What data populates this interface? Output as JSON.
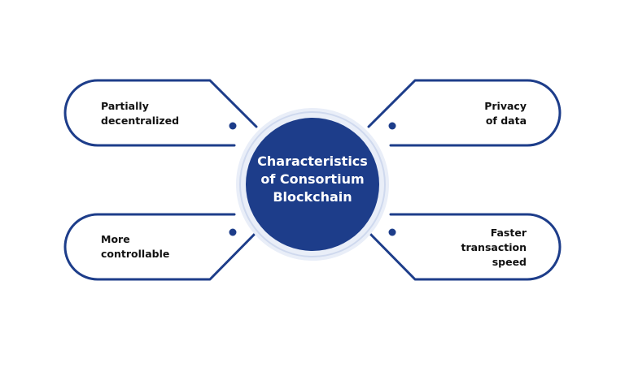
{
  "center": {
    "line1": "Characteristics",
    "line2": "of Consortium",
    "line3": "Blockchain"
  },
  "cards": {
    "top_left": {
      "line1": "Partially",
      "line2": "decentralized"
    },
    "top_right": {
      "line1": "Privacy",
      "line2": "of data"
    },
    "bottom_left": {
      "line1": "More",
      "line2": "controllable"
    },
    "bottom_right": {
      "line1": "Faster",
      "line2": "transaction",
      "line3": "speed"
    }
  },
  "colors": {
    "accent": "#1d3d8a",
    "center_fill": "#1d3d8a",
    "text": "#111111"
  }
}
